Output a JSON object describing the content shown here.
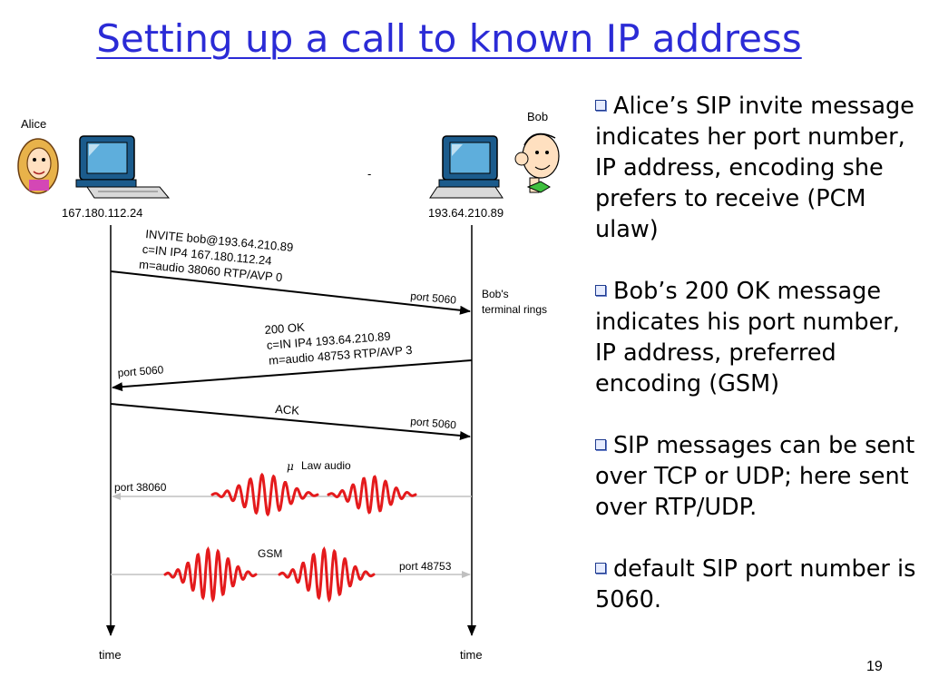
{
  "slide": {
    "title": "Setting up a call to known IP address",
    "page_number": "19"
  },
  "diagram": {
    "alice": {
      "name": "Alice",
      "ip": "167.180.112.24"
    },
    "bob": {
      "name": "Bob",
      "ip": "193.64.210.89",
      "terminal_rings": [
        "Bob's",
        "terminal rings"
      ]
    },
    "dash": "-",
    "invite": {
      "lines": [
        "INVITE bob@193.64.210.89",
        "c=IN IP4 167.180.112.24",
        "m=audio 38060 RTP/AVP 0"
      ],
      "port": "port 5060"
    },
    "ok": {
      "lines": [
        "200 OK",
        "c=IN IP4 193.64.210.89",
        "m=audio 48753 RTP/AVP 3"
      ],
      "port": "port 5060"
    },
    "ack": {
      "label": "ACK",
      "port": "port 5060"
    },
    "ulaw": {
      "mu": "μ",
      "label": "Law audio",
      "port": "port 38060"
    },
    "gsm": {
      "label": "GSM",
      "port": "port 48753"
    },
    "time_left": "time",
    "time_right": "time",
    "colors": {
      "wave": "#e41a1c",
      "audio_arrow": "#c8c8c8",
      "title": "#2b2bd6"
    }
  },
  "bullets": [
    "Alice’s SIP invite message indicates her port number, IP address, encoding she prefers to receive (PCM ulaw)",
    "Bob’s 200 OK message indicates his port number, IP address, preferred encoding (GSM)",
    "SIP messages can be sent over TCP or UDP; here sent over RTP/UDP.",
    "default SIP port number is 5060."
  ]
}
